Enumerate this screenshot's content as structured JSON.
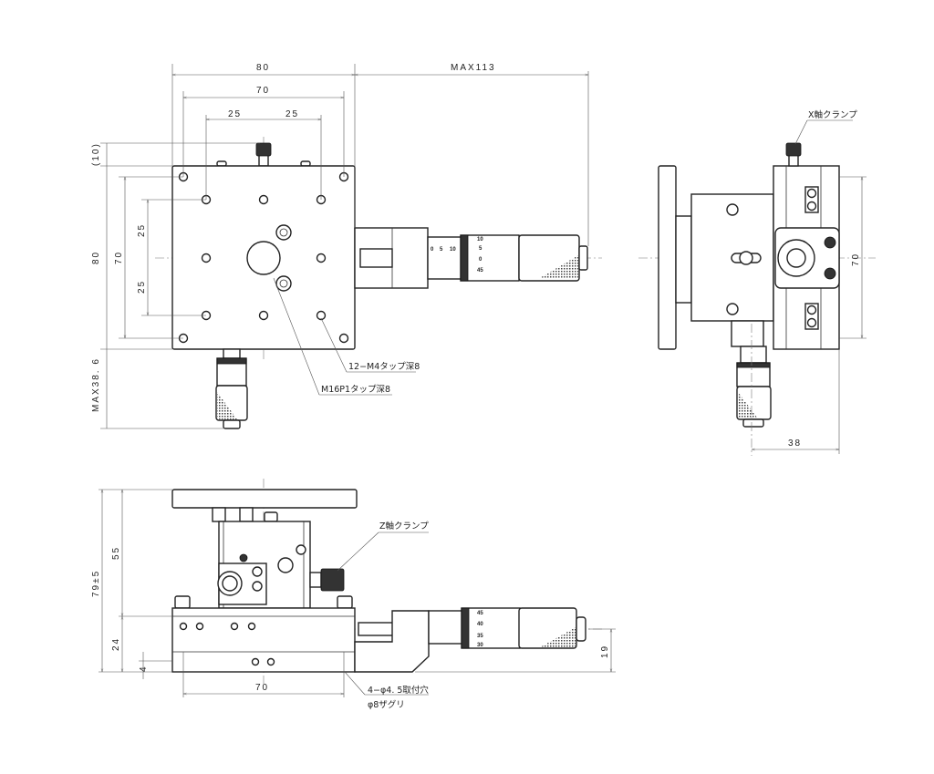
{
  "top_view": {
    "dims": {
      "width_80": "80",
      "max113": "MAX113",
      "width_70": "70",
      "pitch_25_left": "25",
      "pitch_25_right": "25",
      "clamp_10": "(10)",
      "height_80": "80",
      "height_70": "70",
      "pitch_25_upper": "25",
      "pitch_25_lower": "25",
      "max38_6": "MAX38. 6"
    },
    "callouts": {
      "m4_tap": "12−M4タップ深8",
      "m16_tap": "M16P1タップ深8"
    },
    "micrometer_scale": {
      "sleeve": [
        "0",
        "5",
        "10"
      ],
      "thimble": [
        "10",
        "5",
        "0",
        "45"
      ]
    }
  },
  "side_view": {
    "callouts": {
      "x_clamp": "X軸クランプ"
    },
    "dims": {
      "height_70": "70",
      "depth_38": "38"
    }
  },
  "front_view": {
    "callouts": {
      "z_clamp": "Z軸クランプ",
      "mount_holes": "4−φ4. 5取付穴",
      "counterbore": "φ8ザグリ"
    },
    "dims": {
      "total_height": "79±5",
      "upper_55": "55",
      "base_24": "24",
      "base_4": "4",
      "hole_pitch_70": "70",
      "axis_19": "19"
    },
    "micrometer_scale": {
      "thimble": [
        "45",
        "40",
        "35",
        "30"
      ]
    }
  }
}
